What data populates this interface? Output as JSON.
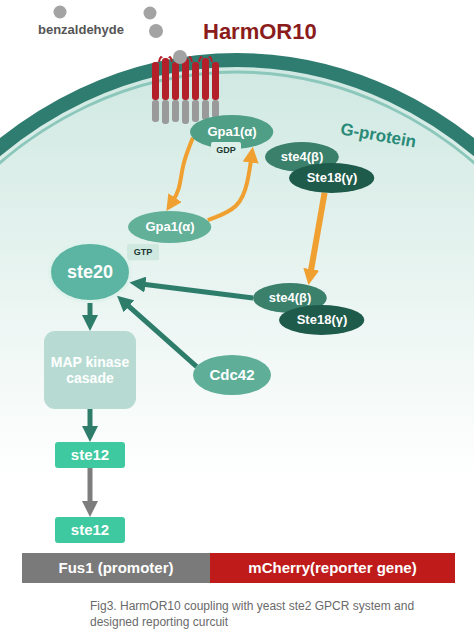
{
  "diagram": {
    "caption": "Fig3. HarmOR10 coupling with yeast ste2 GPCR system and designed reporting curcuit",
    "nodes": [
      {
        "text": [
          "Gpa1(α)"
        ]
      },
      {
        "text": [
          "GDP"
        ]
      },
      {
        "text": [
          "ste4(β)"
        ]
      },
      {
        "text": [
          "Ste18(γ)"
        ]
      },
      {
        "text": [
          "Gpa1(α)"
        ]
      },
      {
        "text": [
          "GTP"
        ]
      },
      {
        "text": [
          "ste20"
        ]
      },
      {
        "text": [
          "ste4(β)"
        ]
      },
      {
        "text": [
          "Ste18(γ)"
        ]
      },
      {
        "text": [
          "Cdc42"
        ]
      },
      {
        "text": [
          "MAP kinase casade"
        ]
      },
      {
        "text": [
          "ste12"
        ]
      },
      {
        "text": [
          "ste12"
        ]
      },
      {
        "text": [
          "Fus1 (promoter)"
        ]
      },
      {
        "text": [
          "mCherry(reporter gene)"
        ]
      }
    ],
    "edges": [
      {
        "from": 0,
        "to": 4,
        "arrow": "to"
      },
      {
        "from": 4,
        "to": 0,
        "arrow": "to"
      },
      {
        "from": 3,
        "to": 7,
        "arrow": "to"
      },
      {
        "from": 7,
        "to": 6,
        "arrow": "to"
      },
      {
        "from": 9,
        "to": 6,
        "arrow": "to"
      },
      {
        "from": 6,
        "to": 10,
        "arrow": "to"
      },
      {
        "from": 10,
        "to": 11,
        "arrow": "to"
      },
      {
        "from": 11,
        "to": 12,
        "arrow": "to"
      }
    ],
    "labels": [
      "benzaldehyde",
      "HarmOR10",
      "G-protein"
    ]
  }
}
